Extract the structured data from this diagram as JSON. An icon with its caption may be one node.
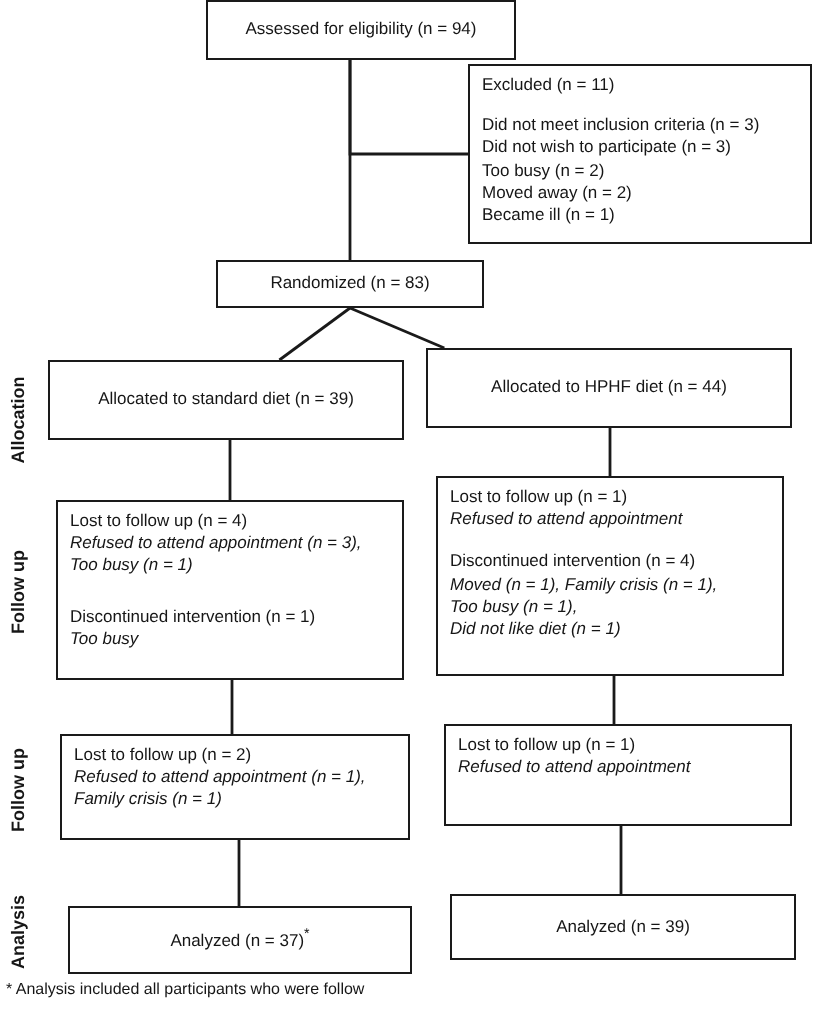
{
  "diagram": {
    "nodes": [
      {
        "text": [
          "Assessed for eligibility (n = 94)"
        ]
      },
      {
        "text": [
          "Excluded (n = 11)",
          "Did not meet inclusion criteria (n = 3)",
          "Did not wish to participate (n = 3)",
          "Too busy (n = 2)",
          "Moved away (n = 2)",
          "Became ill (n = 1)"
        ]
      },
      {
        "text": [
          "Randomized (n = 83)"
        ]
      },
      {
        "text": [
          "Allocated to standard diet (n = 39)"
        ]
      },
      {
        "text": [
          "Allocated to HPHF diet (n = 44)"
        ]
      },
      {
        "text": [
          "Lost to follow up (n = 4)",
          "Refused to attend appointment (n = 3),",
          "Too busy (n = 1)",
          "Discontinued intervention (n = 1)",
          "Too busy"
        ]
      },
      {
        "text": [
          "Lost to follow up (n = 1)",
          "Refused to attend appointment",
          "Discontinued intervention (n = 4)",
          "Moved (n = 1), Family crisis (n = 1),",
          "Too busy (n = 1),",
          "Did not like diet (n = 1)"
        ]
      },
      {
        "text": [
          "Lost to follow up (n = 2)",
          "Refused to attend appointment (n = 1),",
          "Family crisis (n = 1)"
        ]
      },
      {
        "text": [
          "Lost to follow up (n = 1)",
          "Refused to attend appointment"
        ]
      },
      {
        "text": [
          "Analyzed (n = 37)$^{*}$"
        ]
      },
      {
        "text": [
          "Analyzed (n = 39)"
        ]
      }
    ],
    "edges": [
      {
        "from": 0,
        "to": 1,
        "arrow": "none"
      },
      {
        "from": 0,
        "to": 2,
        "arrow": "none"
      },
      {
        "from": 2,
        "to": 3,
        "arrow": "none"
      },
      {
        "from": 2,
        "to": 4,
        "arrow": "none"
      },
      {
        "from": 3,
        "to": 5,
        "arrow": "none"
      },
      {
        "from": 4,
        "to": 6,
        "arrow": "none"
      },
      {
        "from": 5,
        "to": 7,
        "arrow": "none"
      },
      {
        "from": 6,
        "to": 8,
        "arrow": "none"
      },
      {
        "from": 7,
        "to": 9,
        "arrow": "none"
      },
      {
        "from": 8,
        "to": 10,
        "arrow": "none"
      }
    ],
    "labels": [
      "Allocation",
      "Follow up",
      "Follow up",
      "Analysis",
      "* Analysis included all participants who were follow"
    ]
  }
}
